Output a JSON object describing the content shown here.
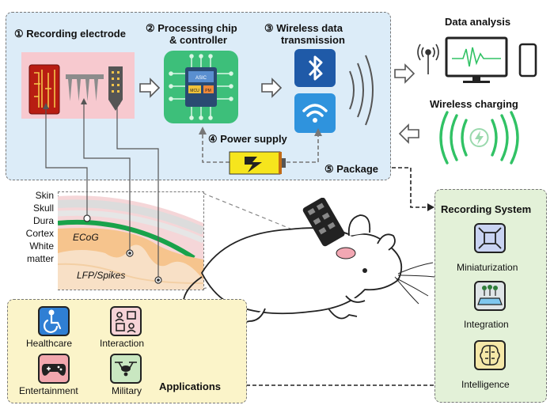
{
  "top": {
    "step1": "① Recording electrode",
    "step2_line1": "② Processing chip",
    "step2_line2": "& controller",
    "step3_line1": "③ Wireless data",
    "step3_line2": "transmission",
    "step4": "④ Power supply",
    "step5": "⑤ Package",
    "chip_labels": [
      "ASIC",
      "MCU",
      "PM"
    ]
  },
  "right": {
    "data_analysis": "Data analysis",
    "wireless_charging": "Wireless charging"
  },
  "brain": {
    "layers": [
      "Skin",
      "Skull",
      "Dura",
      "Cortex",
      "White",
      "matter"
    ],
    "ecog": "ECoG",
    "lfp": "LFP/Spikes"
  },
  "recording_system": {
    "title": "Recording System",
    "items": [
      "Miniaturization",
      "Integration",
      "Intelligence"
    ]
  },
  "applications": {
    "title": "Applications",
    "items": [
      "Healthcare",
      "Interaction",
      "Entertainment",
      "Military"
    ]
  },
  "colors": {
    "panel_blue": "#dcecf8",
    "panel_green": "#e3f1d8",
    "panel_yellow": "#fbf4c9",
    "chip_green": "#3dbf7a",
    "bluetooth_blue": "#1f5aa8",
    "wifi_blue": "#2f93dd",
    "charging_green": "#31c265",
    "electrode_red": "#b81d12"
  }
}
